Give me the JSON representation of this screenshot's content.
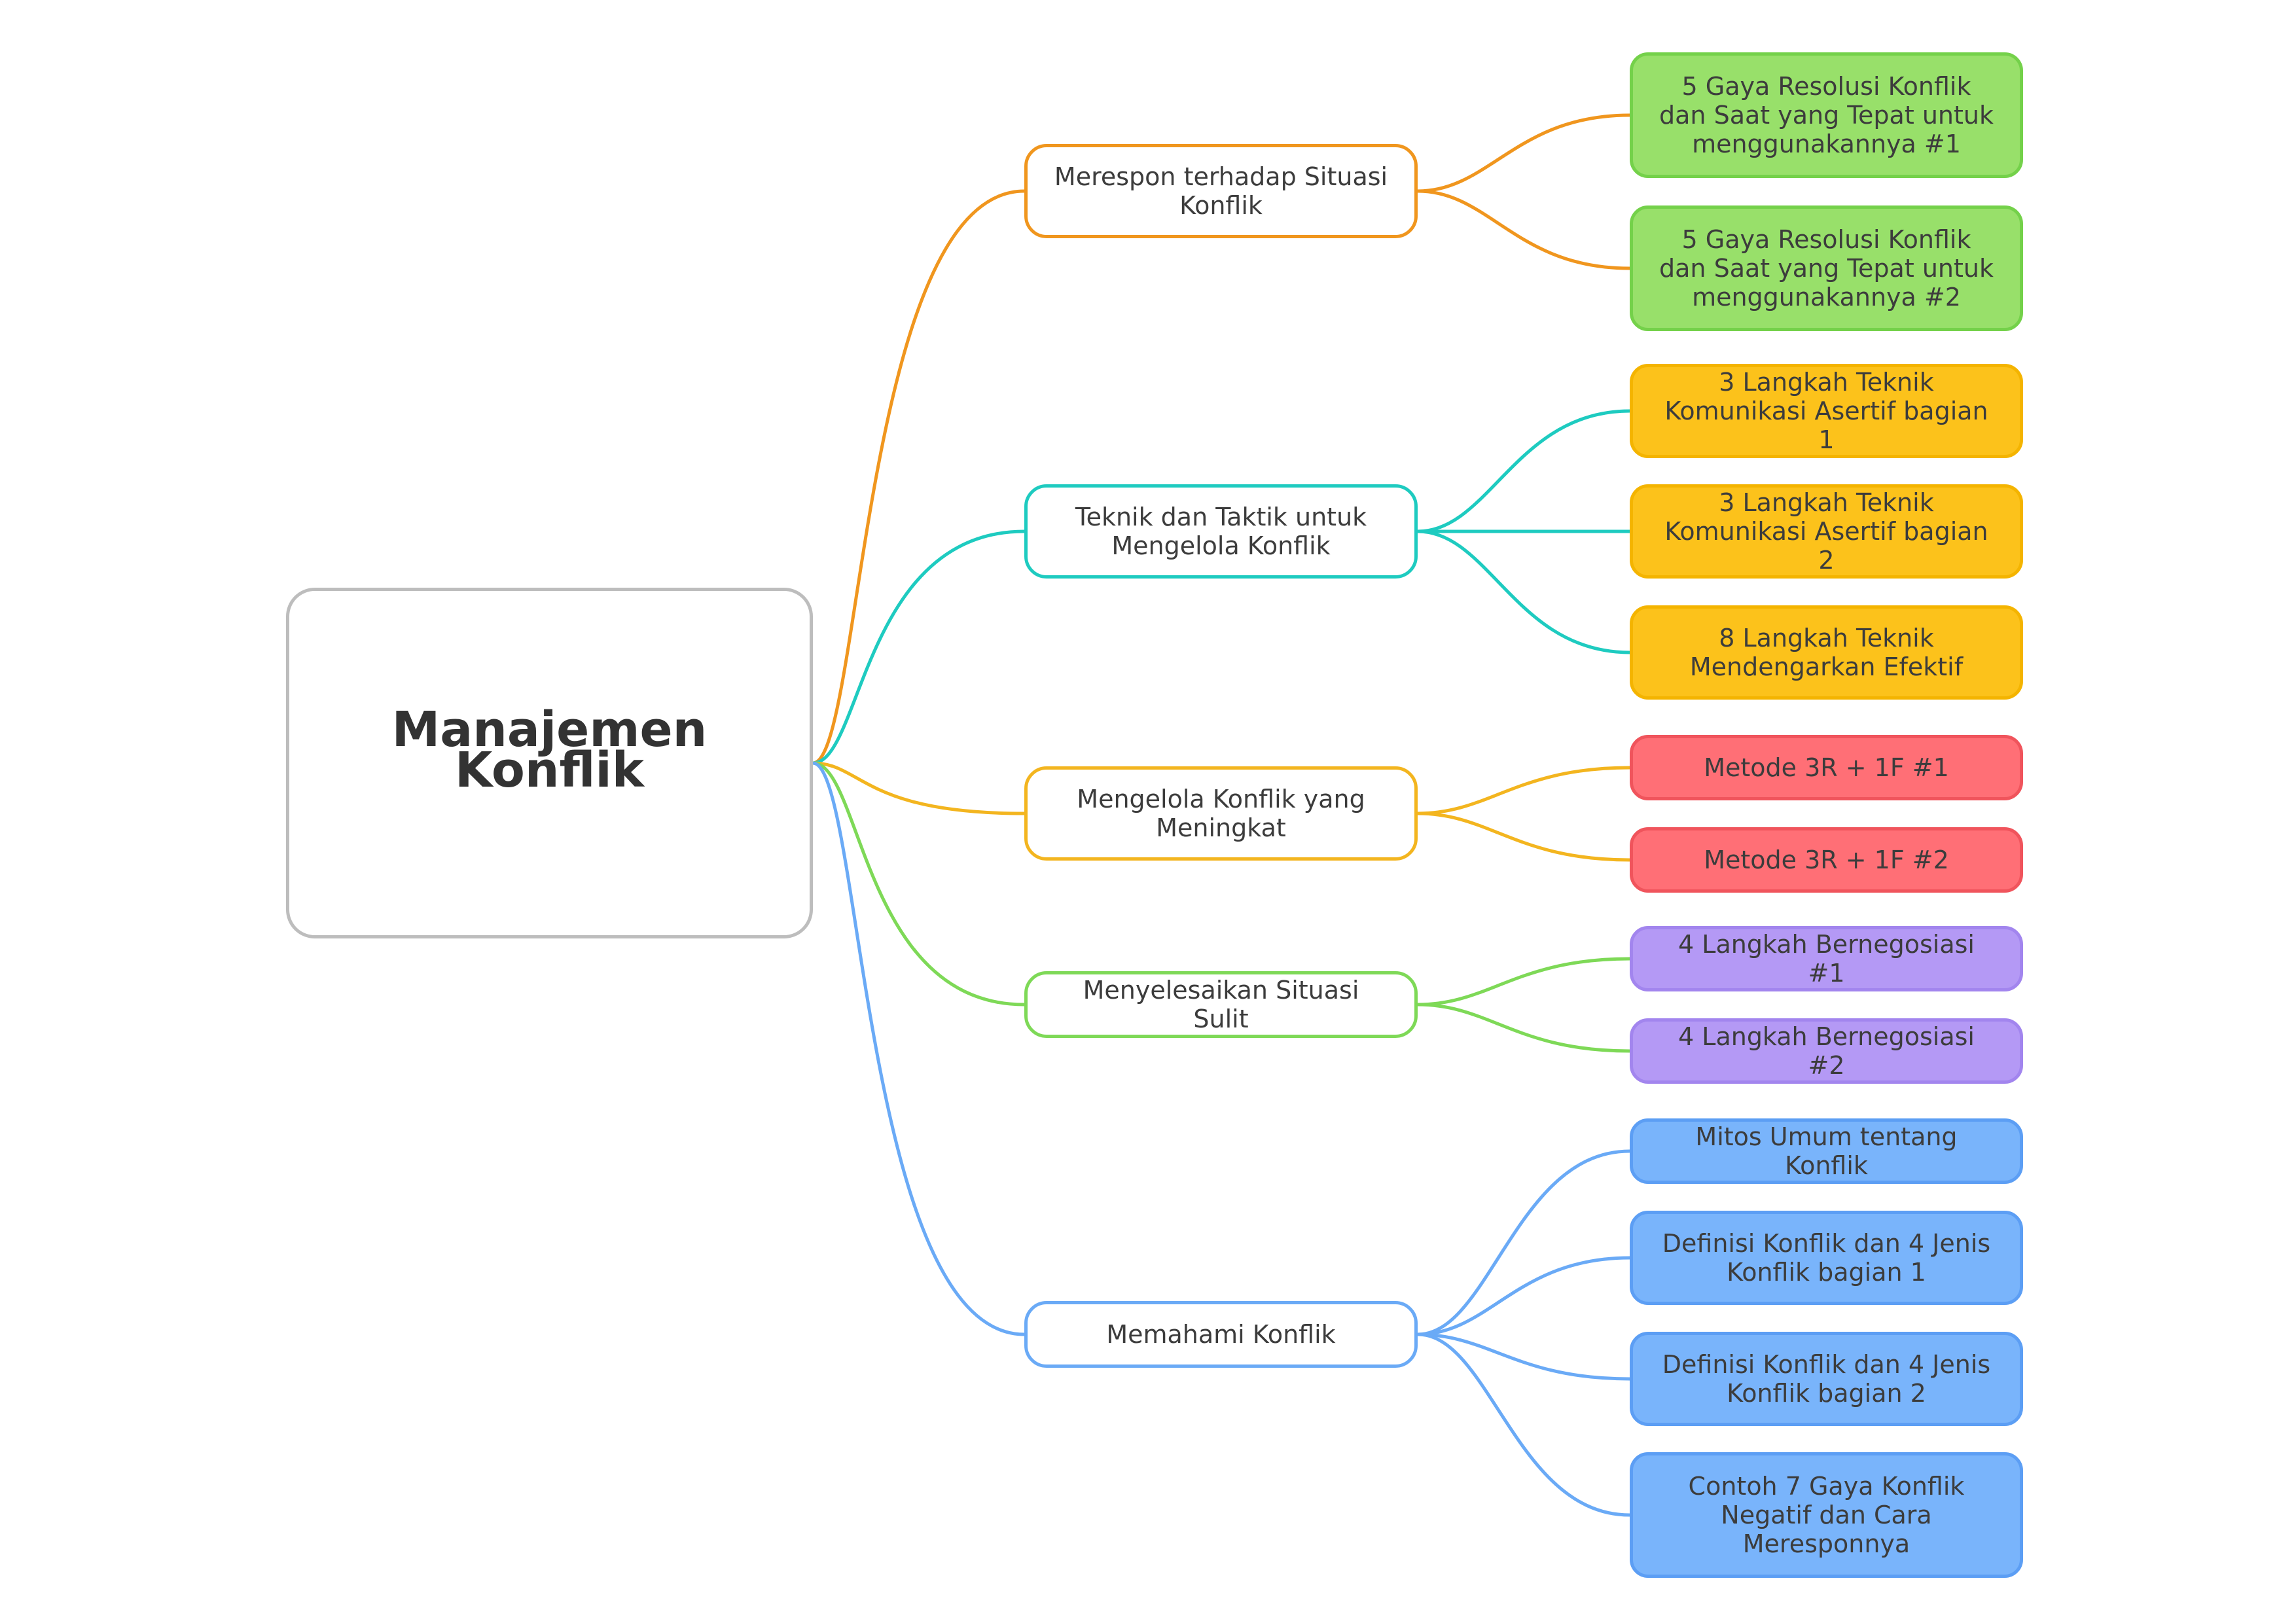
{
  "root": {
    "label": "Manajemen Konflik"
  },
  "branches": [
    {
      "label": "Merespon terhadap Situasi Konflik",
      "color": "#f0961e",
      "leaf_fill": "#98e06a",
      "leaf_border": "#74d14a",
      "leaves": [
        "5 Gaya Resolusi Konflik dan Saat yang Tepat untuk menggunakannya #1",
        "5 Gaya Resolusi Konflik dan Saat yang Tepat untuk menggunakannya #2"
      ]
    },
    {
      "label": "Teknik dan Taktik untuk Mengelola Konflik",
      "color": "#1ecbc0",
      "leaf_fill": "#fcc21b",
      "leaf_border": "#f4b400",
      "leaves": [
        "3 Langkah Teknik Komunikasi Asertif bagian 1",
        "3 Langkah Teknik Komunikasi Asertif bagian 2",
        "8 Langkah Teknik Mendengarkan Efektif"
      ]
    },
    {
      "label": "Mengelola Konflik yang Meningkat",
      "color": "#f3b51f",
      "leaf_fill": "#ff6f76",
      "leaf_border": "#f0545c",
      "leaves": [
        "Metode 3R + 1F #1",
        "Metode 3R + 1F #2"
      ]
    },
    {
      "label": "Menyelesaikan Situasi Sulit",
      "color": "#7ed957",
      "leaf_fill": "#b499f5",
      "leaf_border": "#a285ee",
      "leaves": [
        "4 Langkah Bernegosiasi #1",
        "4 Langkah Bernegosiasi #2"
      ]
    },
    {
      "label": "Memahami Konflik",
      "color": "#6aaaf6",
      "leaf_fill": "#79b4fb",
      "leaf_border": "#5c9ef4",
      "leaves": [
        "Mitos Umum tentang Konflik",
        "Definisi Konflik dan 4 Jenis Konflik bagian 1",
        "Definisi Konflik dan 4 Jenis Konflik bagian 2",
        "Contoh 7 Gaya Konflik Negatif dan Cara Meresponnya"
      ]
    }
  ]
}
